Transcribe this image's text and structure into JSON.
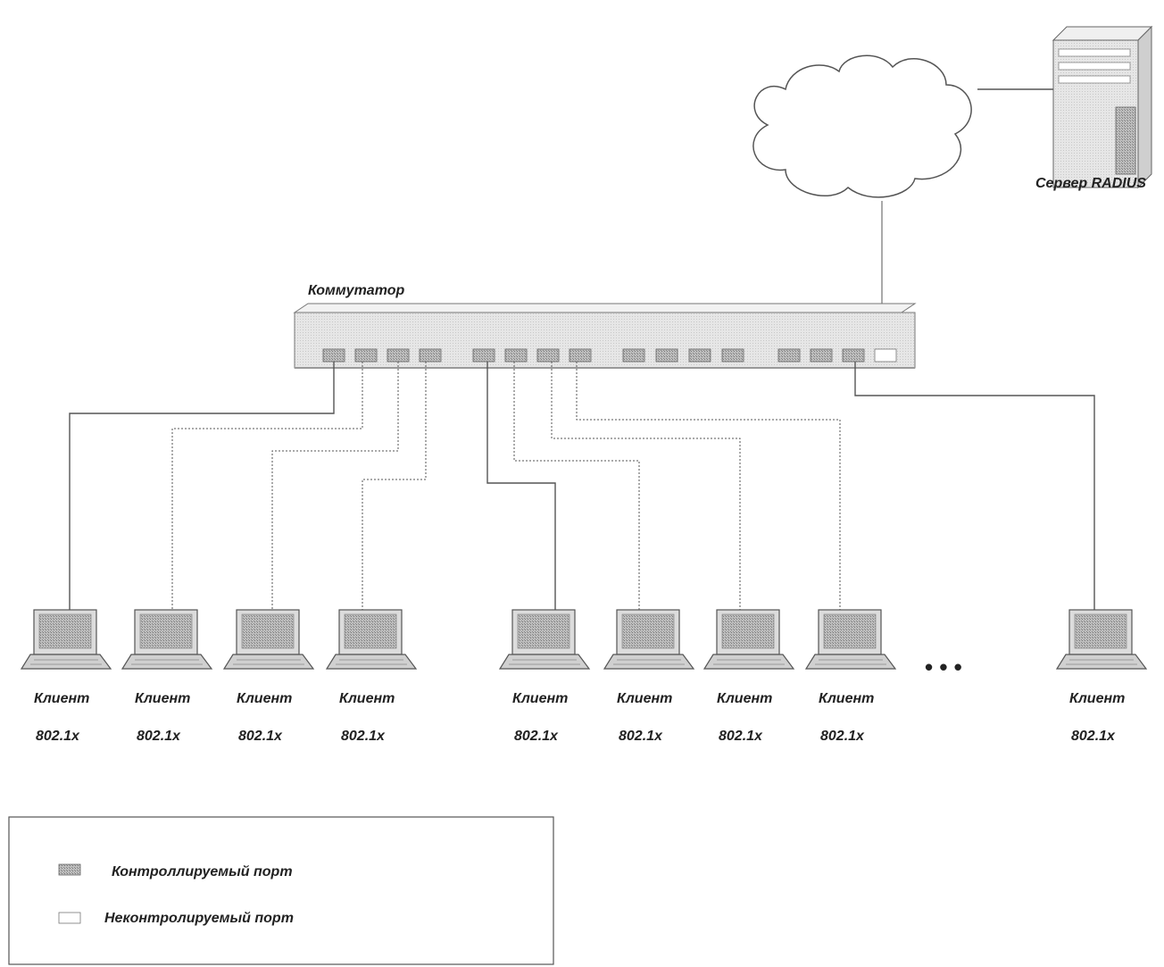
{
  "switch": {
    "label": "Коммутатор",
    "controlled_ports": 15,
    "uncontrolled_ports": 1
  },
  "server": {
    "label": "Сервер RADIUS"
  },
  "clients": [
    {
      "name": "Клиент",
      "standard": "802.1x"
    },
    {
      "name": "Клиент",
      "standard": "802.1x"
    },
    {
      "name": "Клиент",
      "standard": "802.1x"
    },
    {
      "name": "Клиент",
      "standard": "802.1x"
    },
    {
      "name": "Клиент",
      "standard": "802.1x"
    },
    {
      "name": "Клиент",
      "standard": "802.1x"
    },
    {
      "name": "Клиент",
      "standard": "802.1x"
    },
    {
      "name": "Клиент",
      "standard": "802.1x"
    },
    {
      "name": "Клиент",
      "standard": "802.1x"
    }
  ],
  "ellipsis": "• • •",
  "legend": {
    "controlled_label": "Контроллируемый порт",
    "uncontrolled_label": "Неконтролируемый порт"
  },
  "colors": {
    "line": "#555555",
    "port_fill": "#9a9a9a",
    "switch_fill": "#e4e4e4",
    "laptop_screen": "#b5b5b5",
    "laptop_body": "#cfcfcf"
  }
}
